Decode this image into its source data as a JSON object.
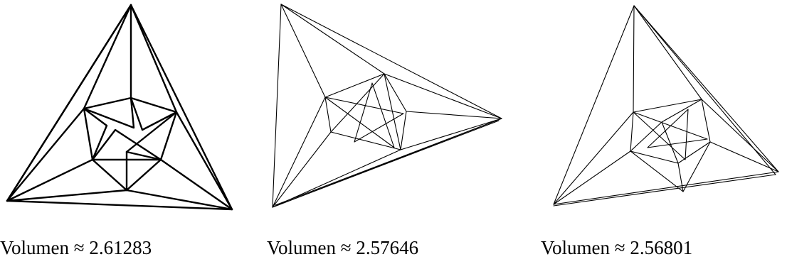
{
  "figures": [
    {
      "caption": "Volumen ≈ 2.61283"
    },
    {
      "caption": "Volumen ≈ 2.57646"
    },
    {
      "caption": "Volumen ≈ 2.56801"
    }
  ]
}
